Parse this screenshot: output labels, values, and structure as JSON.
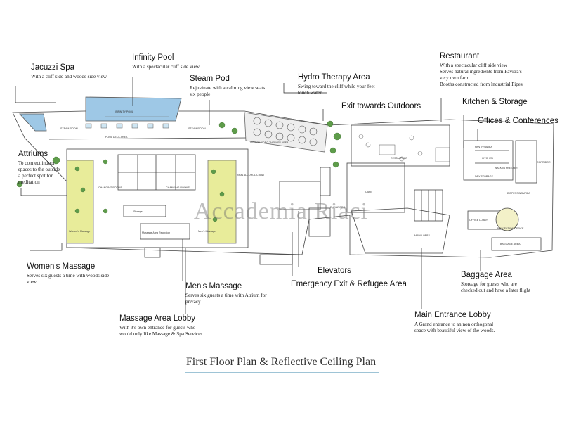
{
  "title": "First Floor Plan & Reflective Ceiling Plan",
  "watermark": "Accademia Riaci",
  "colors": {
    "pool": "#9ec8e6",
    "greenery": "#5e9c4a",
    "atrium": "#e8ec9a",
    "line": "#333333"
  },
  "callouts": {
    "jacuzzi": {
      "title": "Jacuzzi Spa",
      "lines": [
        "With a cliff side and woods side view"
      ]
    },
    "infinity": {
      "title": "Infinity Pool",
      "lines": [
        "With a spectacular cliff side view"
      ]
    },
    "steam": {
      "title": "Steam Pod",
      "lines": [
        "Rejuvinate with a calming view seats",
        "six people"
      ]
    },
    "hydro": {
      "title": "Hydro Therapy Area",
      "lines": [
        "Swing toward the cliff while your feet",
        "touch water"
      ]
    },
    "restaurant": {
      "title": "Restaurant",
      "lines": [
        "With a spectacular cliff side view",
        "Serves natural ingredients from Pavitra's",
        "very own farm",
        "Booths constructed from Industrial Pipes"
      ]
    },
    "kitchen": {
      "title": "Kitchen & Storage",
      "lines": []
    },
    "exit": {
      "title": "Exit towards Outdoors",
      "lines": []
    },
    "offices": {
      "title": "Offices & Conferences",
      "lines": []
    },
    "atriums": {
      "title": "Attriums",
      "lines": [
        "To connect indoor",
        "spaces to the outside",
        "a perfect spot for",
        "meditation"
      ]
    },
    "womens": {
      "title": "Women's Massage",
      "lines": [
        "Serves six guests a time with woods side",
        "view"
      ]
    },
    "mens": {
      "title": "Men's Massage",
      "lines": [
        "Serves six guests a time with Atrium for",
        "privacy"
      ]
    },
    "elevators": {
      "title": "Elevators",
      "lines": []
    },
    "emergency": {
      "title": "Emergency Exit & Refugee Area",
      "lines": []
    },
    "baggage": {
      "title": "Baggage Area",
      "lines": [
        "Storeage for guests who are",
        "checked out and have a later flight"
      ]
    },
    "massage_lobby": {
      "title": "Massage Area Lobby",
      "lines": [
        "With it's own entrance for guests who",
        "would only like Massage & Spa Services"
      ]
    },
    "main_lobby": {
      "title": "Main Entrance Lobby",
      "lines": [
        "A Grand entrance to an non orthogonal",
        "space with beautiful view of the woods."
      ]
    }
  },
  "plan_labels": {
    "infinity_pool": "INFINITY POOL",
    "steam_room_1": "STEAM ROOM",
    "steam_room_2": "STEAM ROOM",
    "pool_deck": "POOL DECK AREA",
    "swing_hydro": "SWING HYDRO THERAPY AREA",
    "restaurant": "RESTAURANT",
    "kitchen": "KITCHEN",
    "pantry": "PANTRY AREA",
    "walk_in": "WALK-IN FREEZER",
    "dry_storage": "DRY STORAGE",
    "dispensing": "DISPENSING AREA",
    "cafe": "CAFE",
    "elevators": "ELEVATORS",
    "main_lobby": "MAIN LOBBY",
    "storage": "Storage",
    "massage_reception": "Massage Area Reception",
    "womens_massage": "Women's Massage",
    "mens_massage": "Men's Massage",
    "changing_rooms_1": "CHANGING ROOMS",
    "changing_rooms_2": "CHANGING ROOMS",
    "office_lobby": "OFFICE LOBBY",
    "projection_office": "PROJECTION OFFICE",
    "baggage_area": "BAGGAGE AREA",
    "non_alcoholic_bar": "NON ALCOHOLIC BAR",
    "corridor": "CORRIDOR"
  }
}
